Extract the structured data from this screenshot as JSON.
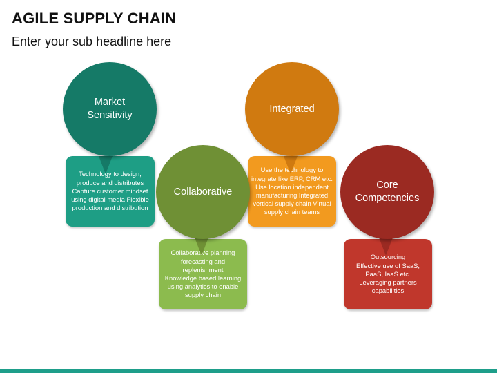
{
  "header": {
    "title": "AGILE SUPPLY CHAIN",
    "subtitle": "Enter your sub headline here"
  },
  "colors": {
    "teal_dark": "#157a67",
    "teal_box": "#1e9e85",
    "green_dark": "#6f9035",
    "green_box": "#8cbb4e",
    "orange_dark": "#d07a10",
    "orange_box": "#f29a1f",
    "red_dark": "#9b2a22",
    "red_box": "#c0372c",
    "bottom_bar": "#1e9e8a"
  },
  "items": [
    {
      "name": "market-sensitivity",
      "title": "Market\nSensitivity",
      "description": "Technology to design,\nproduce and distributes\nCapture customer mindset\nusing digital media Flexible\nproduction and distribution"
    },
    {
      "name": "collaborative",
      "title": "Collaborative",
      "description": "Collaborative planning\nforecasting and\nreplenishment\nKnowledge based learning\nusing analytics to enable\nsupply chain"
    },
    {
      "name": "integrated",
      "title": "Integrated",
      "description": "Use the technology to\nintegrate like ERP, CRM etc.\nUse location independent\nmanufacturing Integrated\nvertical supply chain Virtual\nsupply chain teams"
    },
    {
      "name": "core-competencies",
      "title": "Core\nCompetencies",
      "description": "Outsourcing\nEffective use of  SaaS,\nPaaS, IaaS etc.\nLeveraging partners\ncapabilities"
    }
  ]
}
